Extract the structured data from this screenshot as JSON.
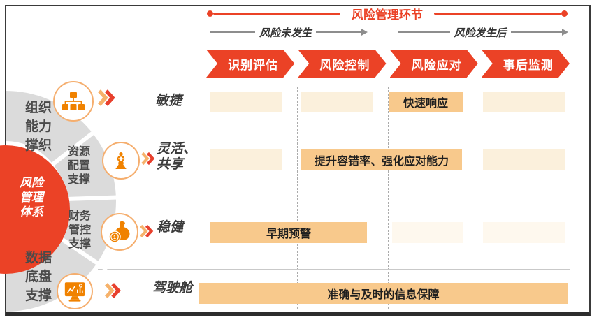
{
  "colors": {
    "primary_red": "#EB4226",
    "icon_orange": "#F08200",
    "circle_border": "#F5AE6E",
    "highlight_bar": "#F8C98C",
    "cell_light": "#FBF0DC",
    "cell_lighter": "#FEF8EE",
    "arc_gray": "#DBDBDB",
    "frame_border": "#3A3A3A"
  },
  "top": {
    "title": "风险管理环节",
    "phase_before": "风险未发生",
    "phase_after": "风险发生后"
  },
  "stages": [
    "识别评估",
    "风险控制",
    "风险应对",
    "事后监测"
  ],
  "system": {
    "core": "风险管理体系",
    "supports": [
      {
        "label": "组织能力撑织",
        "icon": "org-chart-icon"
      },
      {
        "label": "资源配置支撑",
        "icon": "chess-piece-icon"
      },
      {
        "label": "财务管控支撑",
        "icon": "money-bag-icon"
      },
      {
        "label": "数据底盘支撑",
        "icon": "dashboard-icon"
      }
    ]
  },
  "rows": [
    {
      "label": "敏捷",
      "highlight": "快速响应",
      "stage_cols": "3"
    },
    {
      "label": "灵活、共享",
      "highlight": "提升容错率、强化应对能力",
      "stage_cols": "2-3"
    },
    {
      "label": "稳健",
      "highlight": "早期预警",
      "stage_cols": "1-2"
    },
    {
      "label": "驾驶舱",
      "highlight": "准确与及时的信息保障",
      "stage_cols": "1-4"
    }
  ],
  "icons": {
    "chess_glyph": "♝"
  }
}
